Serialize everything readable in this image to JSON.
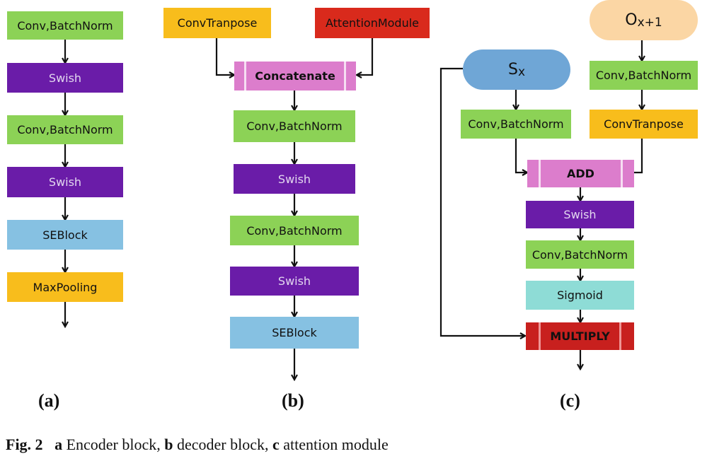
{
  "panel_a": {
    "blocks": [
      "Conv,BatchNorm",
      "Swish",
      "Conv,BatchNorm",
      "Swish",
      "SEBlock",
      "MaxPooling"
    ],
    "label": "(a)"
  },
  "panel_b": {
    "inputs": [
      "ConvTranpose",
      "AttentionModule"
    ],
    "concat": "Concatenate",
    "blocks": [
      "Conv,BatchNorm",
      "Swish",
      "Conv,BatchNorm",
      "Swish",
      "SEBlock"
    ],
    "label": "(b)"
  },
  "panel_c": {
    "o_input": {
      "main": "O",
      "sub": "x+1"
    },
    "s_input": {
      "main": "S",
      "sub": "x"
    },
    "left_branch": [
      "Conv,BatchNorm"
    ],
    "right_branch": [
      "Conv,BatchNorm",
      "ConvTranpose"
    ],
    "add": "ADD",
    "blocks": [
      "Swish",
      "Conv,BatchNorm",
      "Sigmoid"
    ],
    "multiply": "MULTIPLY",
    "label": "(c)"
  },
  "caption": {
    "fig": "Fig. 2",
    "parts": [
      {
        "key": "a",
        "text": " Encoder block, "
      },
      {
        "key": "b",
        "text": " decoder block, "
      },
      {
        "key": "c",
        "text": " attention module"
      }
    ]
  }
}
